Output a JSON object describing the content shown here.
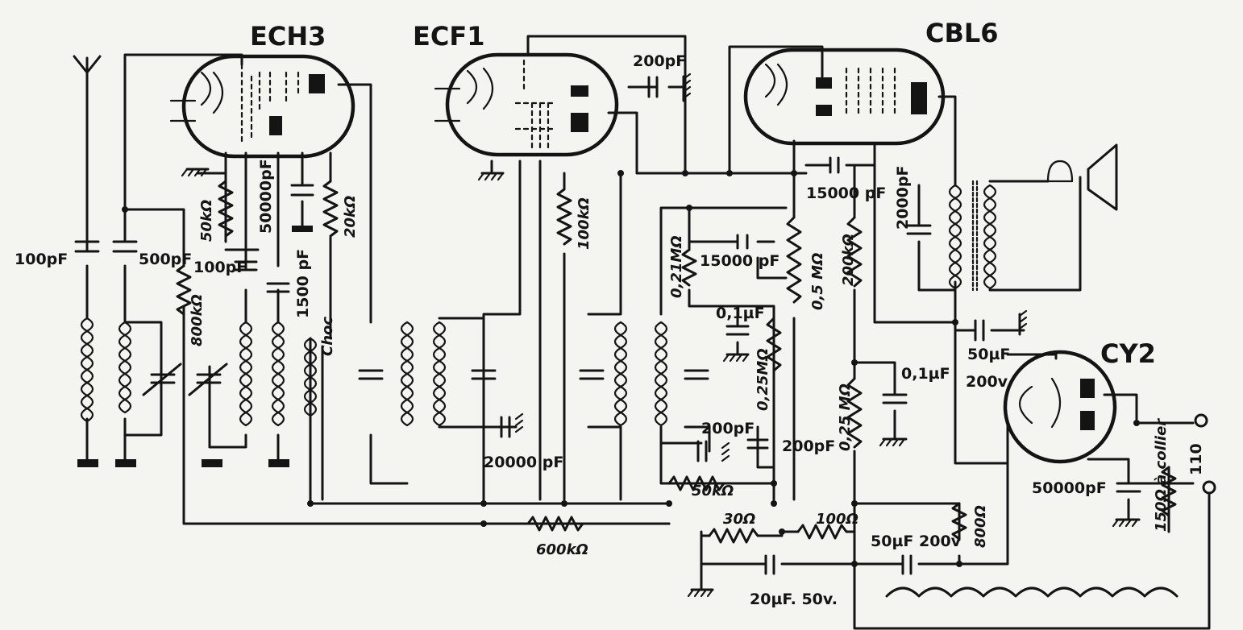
{
  "tubes": {
    "ech3": "ECH3",
    "ecf1": "ECF1",
    "cbl6": "CBL6",
    "cy2": "CY2"
  },
  "labels": {
    "c_ant": "100pF",
    "c_500": "500pF",
    "r_50k": "50kΩ",
    "c_50000": "50000pF",
    "r_20k": "20kΩ",
    "c_100": "100pF",
    "c_1500": "1500 pF",
    "choc": "Choc",
    "r_800k": "800kΩ",
    "c_200_top": "200pF",
    "r_100k": "100kΩ",
    "c_20000": "20000 pF",
    "r_600k": "600kΩ",
    "c_15000_top": "15000 pF",
    "r_021m": "0,21MΩ",
    "c_15000": "15000 pF",
    "c_01_a": "0,1µF",
    "r_025m_a": "0,25MΩ",
    "c_200_a": "200pF",
    "c_200_b": "200pF",
    "r_50k_b": "50kΩ",
    "r_05m": "0,5 MΩ",
    "r_200k": "200kΩ",
    "c_2000": "2000pF",
    "c_50uf": "50µF",
    "v_200": "200v",
    "r_025m_b": "0,25 MΩ",
    "c_01_b": "0,1µF",
    "r_30": "30Ω",
    "r_100": "100Ω",
    "c_50uf_b": "50µF 200v",
    "r_800": "800Ω",
    "c_20uf": "20µF. 50v.",
    "c_50000_b": "50000pF",
    "r_collier": "150Ω à collier",
    "mains": "110"
  }
}
